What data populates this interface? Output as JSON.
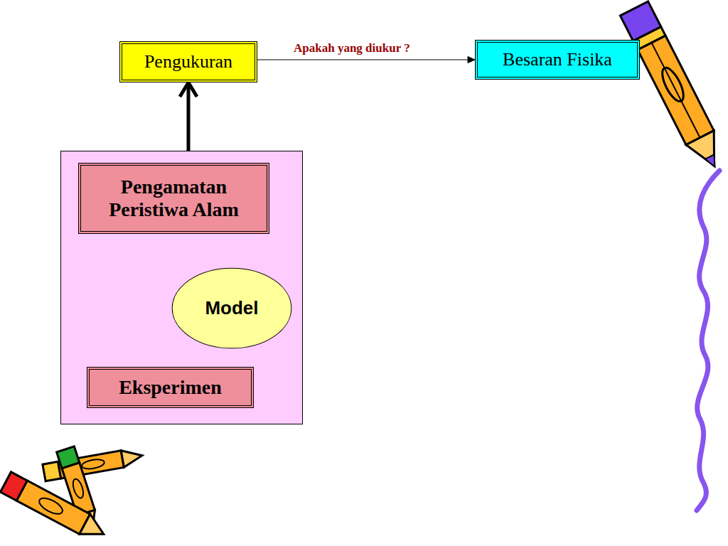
{
  "diagram": {
    "nodes": [
      {
        "text": [
          "Pengukuran"
        ]
      },
      {
        "text": [
          "Besaran Fisika"
        ]
      },
      {
        "text": []
      },
      {
        "text": [
          "Pengamatan Peristiwa Alam"
        ],
        "in": 2
      },
      {
        "text": [
          "Model"
        ],
        "in": 2
      },
      {
        "text": [
          "Eksperimen"
        ],
        "in": 2
      }
    ],
    "edges": [
      {
        "from": 0,
        "to": 1,
        "label": "Apakah yang diukur ?",
        "arrow": "to"
      },
      {
        "from": 2,
        "to": 0,
        "arrow": "to"
      },
      {
        "from": 3,
        "to": 5,
        "arrow": "both"
      }
    ]
  }
}
